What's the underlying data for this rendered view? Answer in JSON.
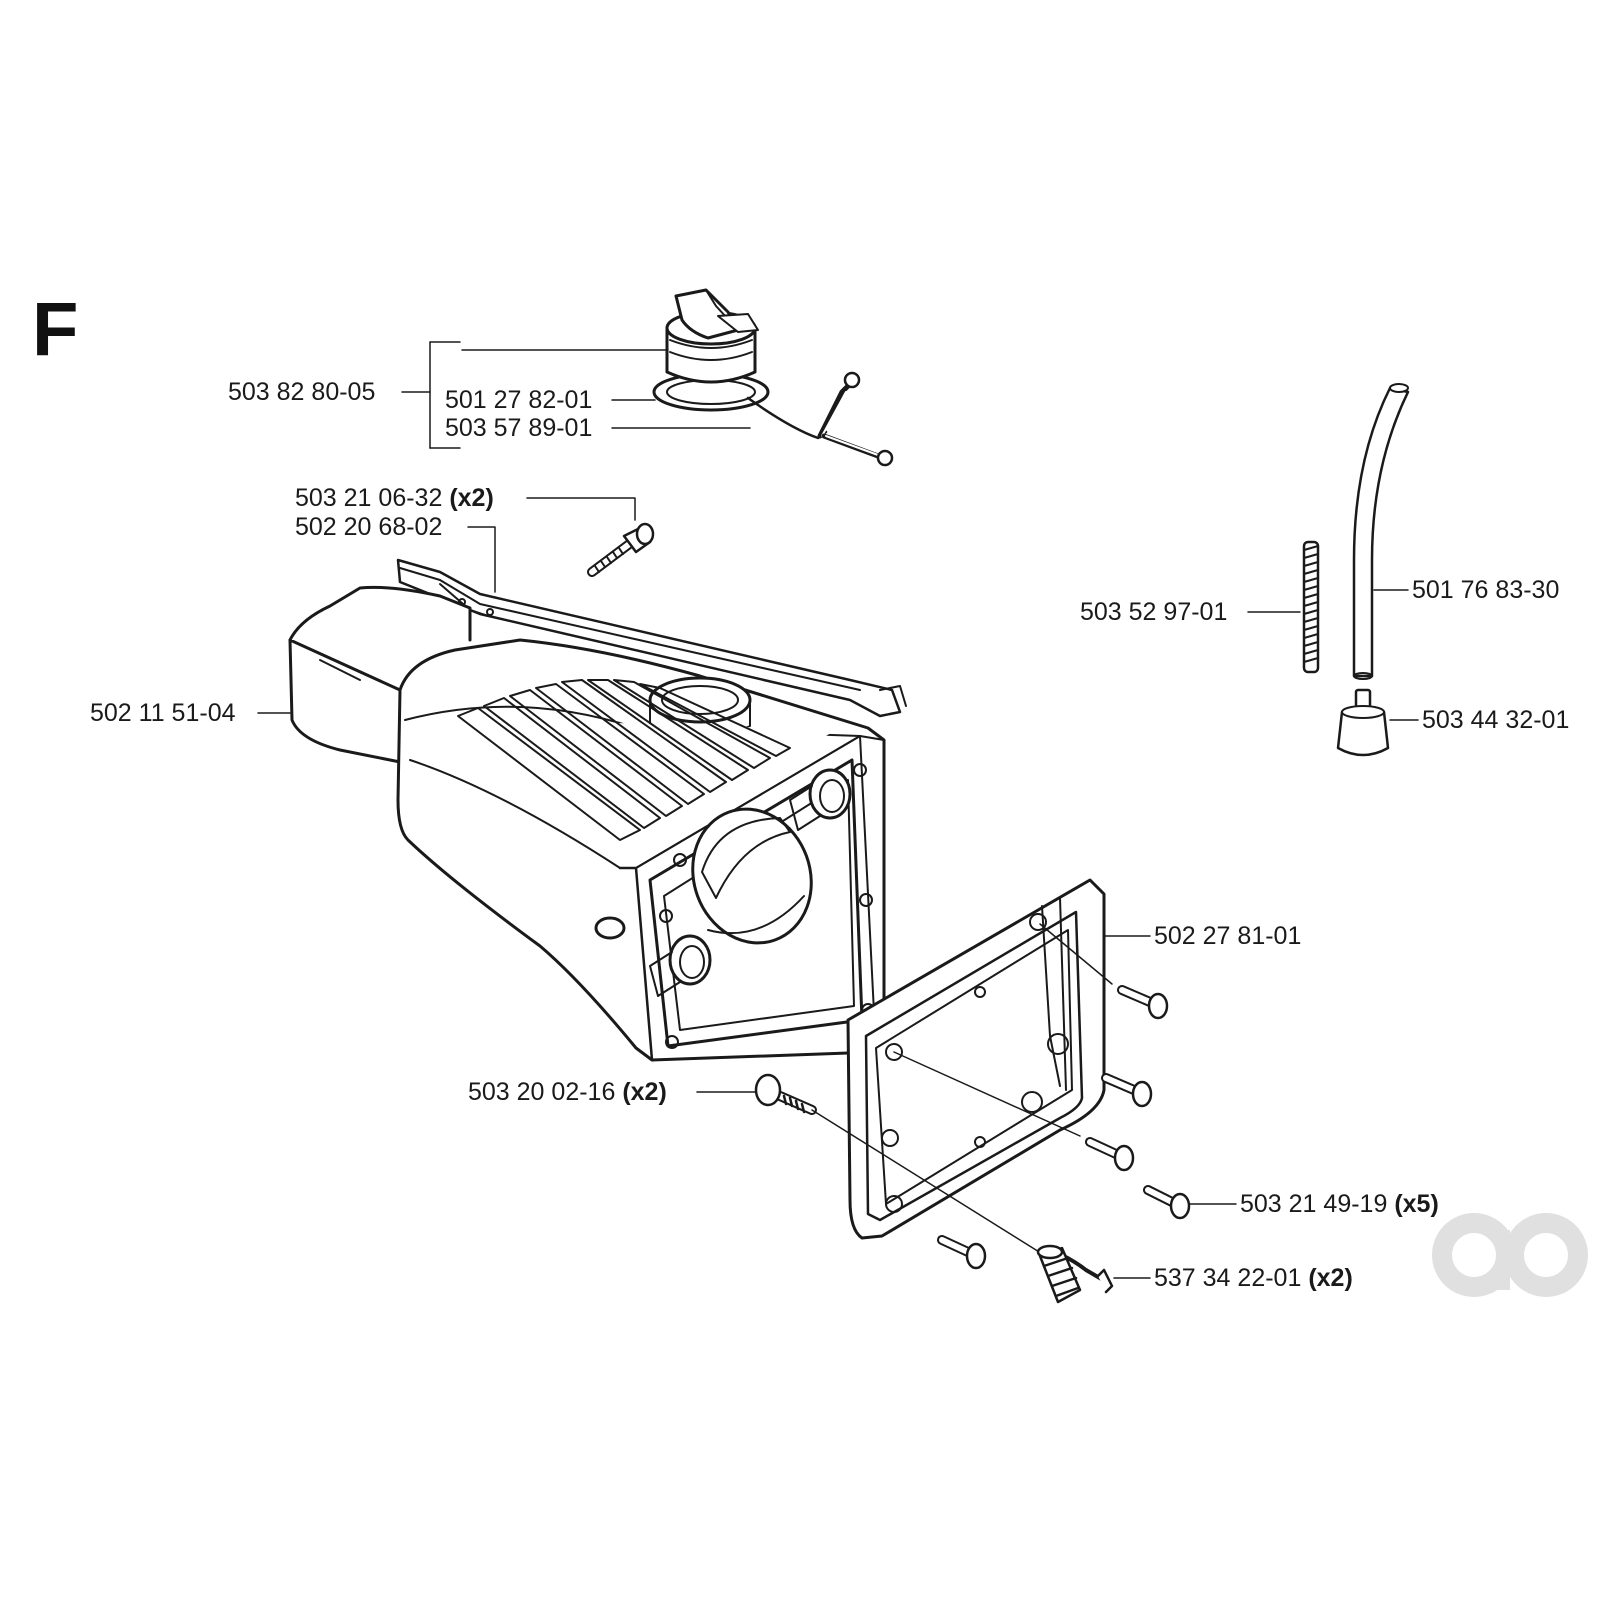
{
  "section": "F",
  "parts": {
    "cap_assembly": {
      "number": "503 82 80-05",
      "qty": ""
    },
    "cap_seal": {
      "number": "501 27 82-01",
      "qty": ""
    },
    "cap_strap": {
      "number": "503 57 89-01",
      "qty": ""
    },
    "screw_top": {
      "number": "503 21 06-32",
      "qty": "(x2)"
    },
    "clamp": {
      "number": "502 20 68-02",
      "qty": ""
    },
    "filter_screen": {
      "number": "503 52 97-01",
      "qty": ""
    },
    "fuel_hose": {
      "number": "501 76 83-30",
      "qty": ""
    },
    "tank": {
      "number": "502 11 51-04",
      "qty": ""
    },
    "fuel_filter": {
      "number": "503 44 32-01",
      "qty": ""
    },
    "gasket_frame": {
      "number": "502 27 81-01",
      "qty": ""
    },
    "screw_flange": {
      "number": "503 20 02-16",
      "qty": "(x2)"
    },
    "screw_frame": {
      "number": "503 21 49-19",
      "qty": "(x5)"
    },
    "damper": {
      "number": "537 34 22-01",
      "qty": "(x2)"
    }
  },
  "watermark": {
    "logo": "ao-logo",
    "color": "#e0e0e0"
  }
}
